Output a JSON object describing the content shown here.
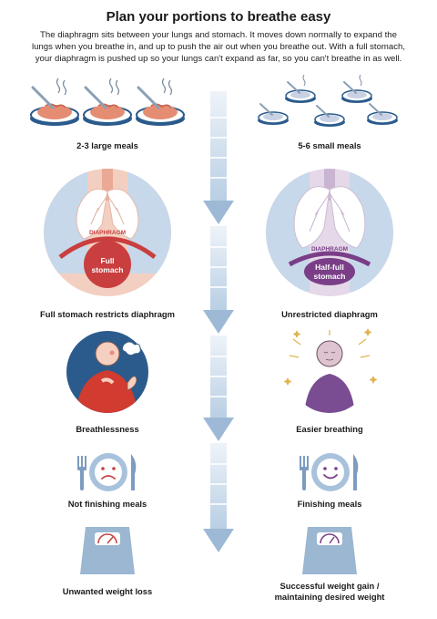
{
  "title": "Plan your portions to breathe easy",
  "intro": "The diaphragm sits between your lungs and stomach. It moves down normally to expand the lungs when you breathe in, and up to push the air out when you breathe out. With a full stomach, your diaphragm is pushed up so your lungs can't expand as far, so you can't breathe in as well.",
  "left_column": {
    "meals": "2-3 large meals",
    "diaphragm_label": "DIAPHRAGM",
    "stomach_label_1": "Full",
    "stomach_label_2": "stomach",
    "effect": "Full stomach restricts diaphragm",
    "breathing": "Breathlessness",
    "eating": "Not finishing meals",
    "outcome": "Unwanted weight loss"
  },
  "right_column": {
    "meals": "5-6 small meals",
    "diaphragm_label": "DIAPHRAGM",
    "stomach_label_1": "Half-full",
    "stomach_label_2": "stomach",
    "effect": "Unrestricted diaphragm",
    "breathing": "Easier breathing",
    "eating": "Finishing meals",
    "outcome_line1": "Successful weight gain /",
    "outcome_line2": "maintaining desired weight"
  },
  "colors": {
    "arrow": "#a9c2dc",
    "arrow_light": "#dde8f3",
    "bowl": "#2b5b8c",
    "food": "#e48d73",
    "left_bg": "#f3cfc1",
    "right_bg": "#e5d8e8",
    "diaphragm_left": "#c93f3f",
    "diaphragm_right": "#7a3e88",
    "shirt_red": "#d13b30",
    "shirt_purple": "#7a4d92",
    "scale": "#9bb7d2"
  }
}
